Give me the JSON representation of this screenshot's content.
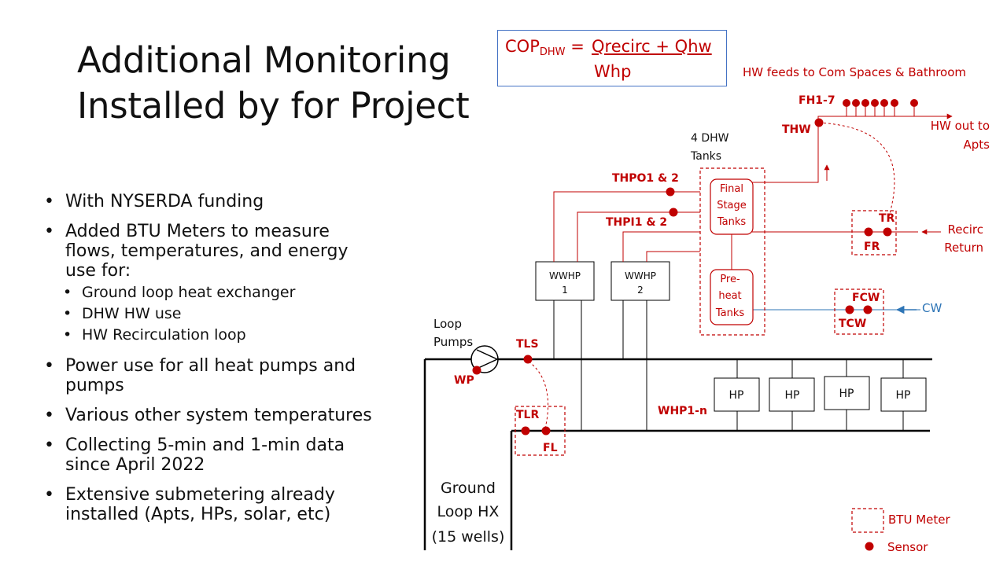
{
  "title": {
    "line1": "Additional Monitoring",
    "line2": "Installed by for Project"
  },
  "cop": {
    "lhs": "COP",
    "lhs_sub": "DHW",
    "equals": "=",
    "numerator": "Qrecirc + Qhw",
    "denominator": "Whp"
  },
  "bullets": [
    {
      "text": "With NYSERDA funding"
    },
    {
      "text_l1": "Added BTU Meters to measure",
      "text_l2": "flows, temperatures, and energy",
      "text_l3": "use for:",
      "sub": [
        "Ground loop heat exchanger",
        "DHW HW use",
        "HW Recirculation loop"
      ]
    },
    {
      "text_l1": "Power use for all heat pumps and",
      "text_l2": "pumps"
    },
    {
      "text": "Various other system temperatures"
    },
    {
      "text_l1": "Collecting 5-min and 1-min data",
      "text_l2": "since April 2022"
    },
    {
      "text_l1": "Extensive submetering already",
      "text_l2": "installed (Apts, HPs, solar, etc)"
    }
  ],
  "diagram": {
    "hw_feeds": "HW feeds to Com Spaces & Bathroom",
    "fh": "FH1-7",
    "thw": "THW",
    "hw_out_l1": "HW out to",
    "hw_out_l2": "Apts",
    "tanks_header_l1": "4 DHW",
    "tanks_header_l2": "Tanks",
    "final_l1": "Final",
    "final_l2": "Stage",
    "final_l3": "Tanks",
    "pre_l1": "Pre-",
    "pre_l2": "heat",
    "pre_l3": "Tanks",
    "thpo": "THPO1 & 2",
    "thpi": "THPI1 & 2",
    "tr": "TR",
    "fr": "FR",
    "recirc_l1": "Recirc",
    "recirc_l2": "Return",
    "fcw": "FCW",
    "tcw": "TCW",
    "cw": "CW",
    "wwhp1_l1": "WWHP",
    "wwhp1_l2": "1",
    "wwhp2_l1": "WWHP",
    "wwhp2_l2": "2",
    "loop_pumps_l1": "Loop",
    "loop_pumps_l2": "Pumps",
    "tls": "TLS",
    "wp": "WP",
    "tlr": "TLR",
    "fl": "FL",
    "whp": "WHP1-n",
    "hp": "HP",
    "ground_l1": "Ground",
    "ground_l2": "Loop HX",
    "ground_l3": "(15 wells)",
    "legend_btu": "BTU Meter",
    "legend_sensor": "Sensor"
  },
  "colors": {
    "sensor": "#c00000",
    "pipe": "#000000",
    "cold_water": "#2e75b6",
    "cop_border": "#4472c4"
  }
}
